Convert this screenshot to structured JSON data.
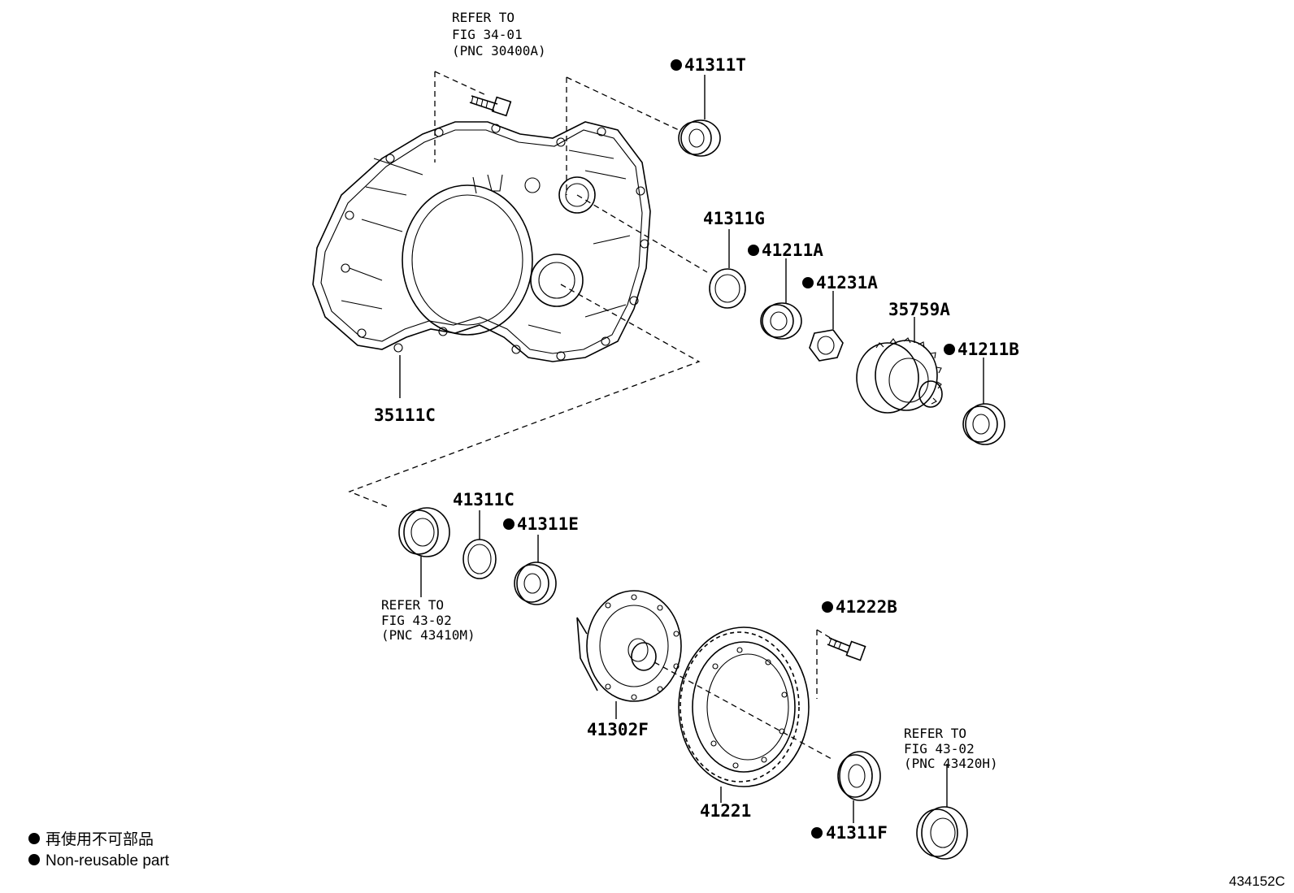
{
  "parts": {
    "p_35111C": "35111C",
    "p_41311T": "41311T",
    "p_41311G": "41311G",
    "p_41211A": "41211A",
    "p_41231A": "41231A",
    "p_35759A": "35759A",
    "p_41211B": "41211B",
    "p_41311C": "41311C",
    "p_41311E": "41311E",
    "p_41302F": "41302F",
    "p_41222B": "41222B",
    "p_41221": "41221",
    "p_41311F": "41311F"
  },
  "refs": {
    "r1": [
      "REFER TO",
      "FIG 34-01",
      "(PNC 30400A)"
    ],
    "r2": [
      "REFER TO",
      "FIG 43-02",
      "(PNC 43410M)"
    ],
    "r3": [
      "REFER TO",
      "FIG 43-02",
      "(PNC 43420H)"
    ]
  },
  "legend": {
    "line_jp": "再使用不可部品",
    "line_en": "Non-reusable part"
  },
  "figure_id": "434152C"
}
